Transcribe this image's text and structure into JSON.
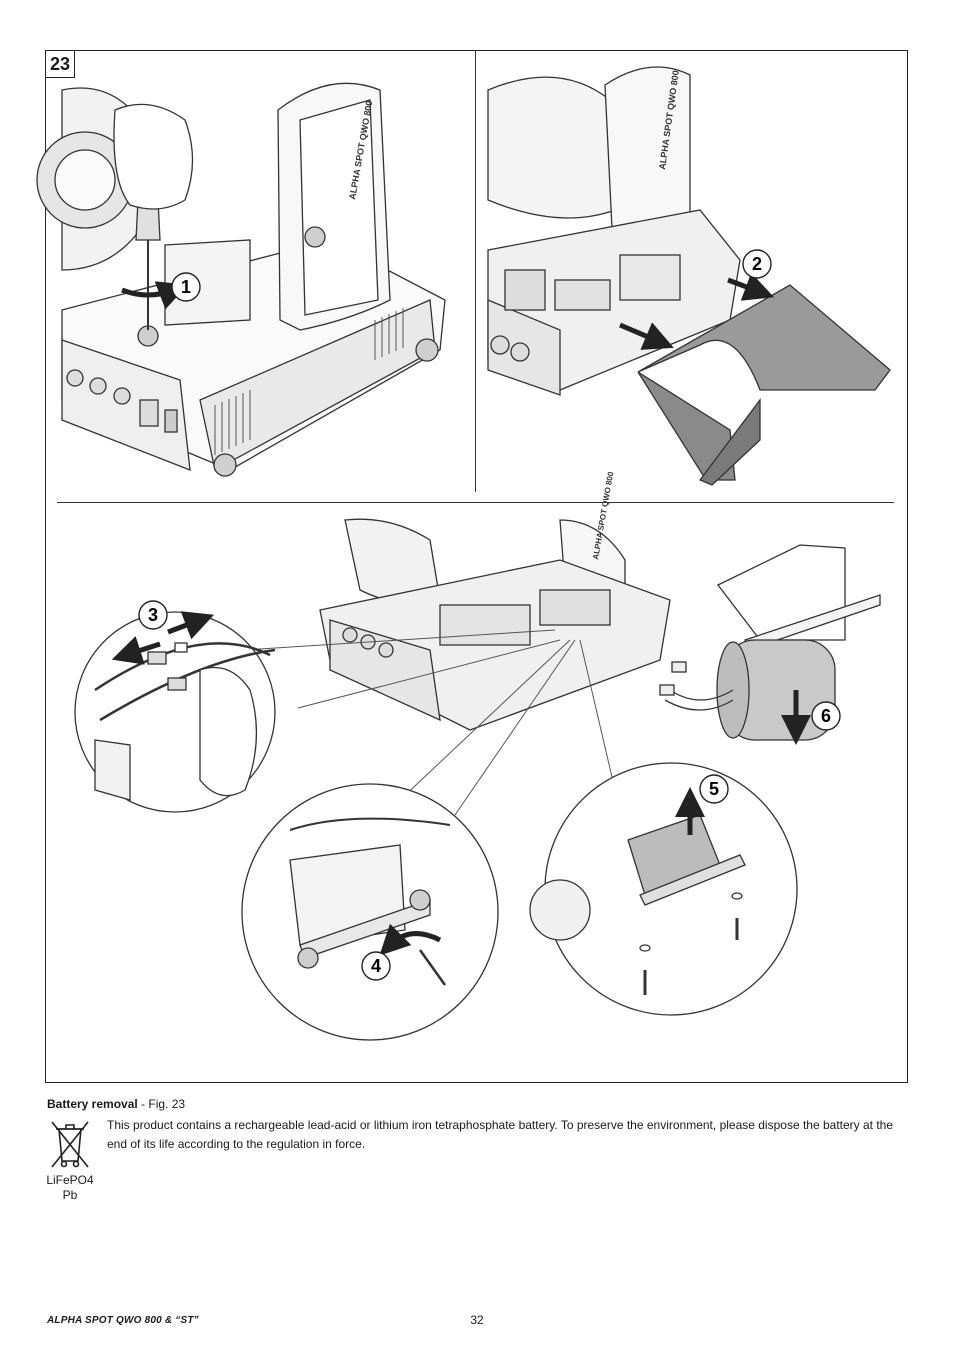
{
  "figure": {
    "number": "23",
    "steps": [
      "1",
      "2",
      "3",
      "4",
      "5",
      "6"
    ],
    "fixture_label": "ALPHA SPOT QWO 800"
  },
  "caption": {
    "title": "Battery removal",
    "ref": " - Fig. 23",
    "text": "This product contains a rechargeable lead-acid or lithium iron tetraphosphate battery. To preserve the environment, please dispose the battery at the end of its life according to the regulation in force."
  },
  "weee": {
    "line1": "LiFePO4",
    "line2": "Pb",
    "icon": "crossed-out-bin-icon"
  },
  "footer": {
    "product": "ALPHA SPOT QWO 800 & “ST”",
    "page": "32"
  }
}
